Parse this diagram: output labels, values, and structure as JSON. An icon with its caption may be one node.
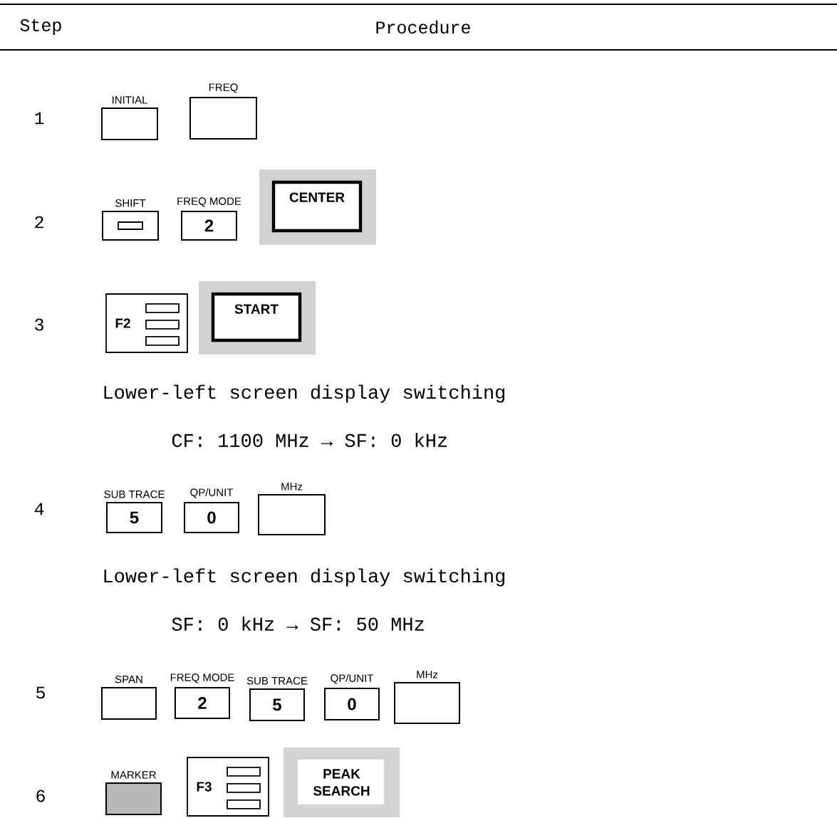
{
  "diagram": {
    "nodes": [
      {
        "text": [
          "INITIAL"
        ]
      },
      {
        "text": [
          "FREQ"
        ]
      },
      {
        "text": [
          "SHIFT"
        ]
      },
      {
        "text": [
          "FREQ MODE",
          "2"
        ]
      },
      {
        "text": [
          "CENTER"
        ]
      },
      {
        "text": [
          "F2"
        ]
      },
      {
        "text": [
          "START"
        ]
      },
      {
        "text": [
          "SUB TRACE",
          "5"
        ]
      },
      {
        "text": [
          "QP/UNIT",
          "0"
        ]
      },
      {
        "text": [
          "MHz"
        ]
      },
      {
        "text": [
          "SPAN"
        ]
      },
      {
        "text": [
          "FREQ MODE",
          "2"
        ]
      },
      {
        "text": [
          "SUB TRACE",
          "5"
        ]
      },
      {
        "text": [
          "QP/UNIT",
          "0"
        ]
      },
      {
        "text": [
          "MHz"
        ]
      },
      {
        "text": [
          "MARKER"
        ]
      },
      {
        "text": [
          "F3"
        ]
      },
      {
        "text": [
          "PEAK SEARCH"
        ]
      }
    ],
    "labels": [
      "Step",
      "Procedure",
      "1",
      "2",
      "3",
      "Lower-left screen display switching",
      "CF: 1100 MHz → SF: 0 kHz",
      "4",
      "Lower-left screen display switching",
      "SF: 0 kHz → SF: 50 MHz",
      "5",
      "6"
    ]
  }
}
